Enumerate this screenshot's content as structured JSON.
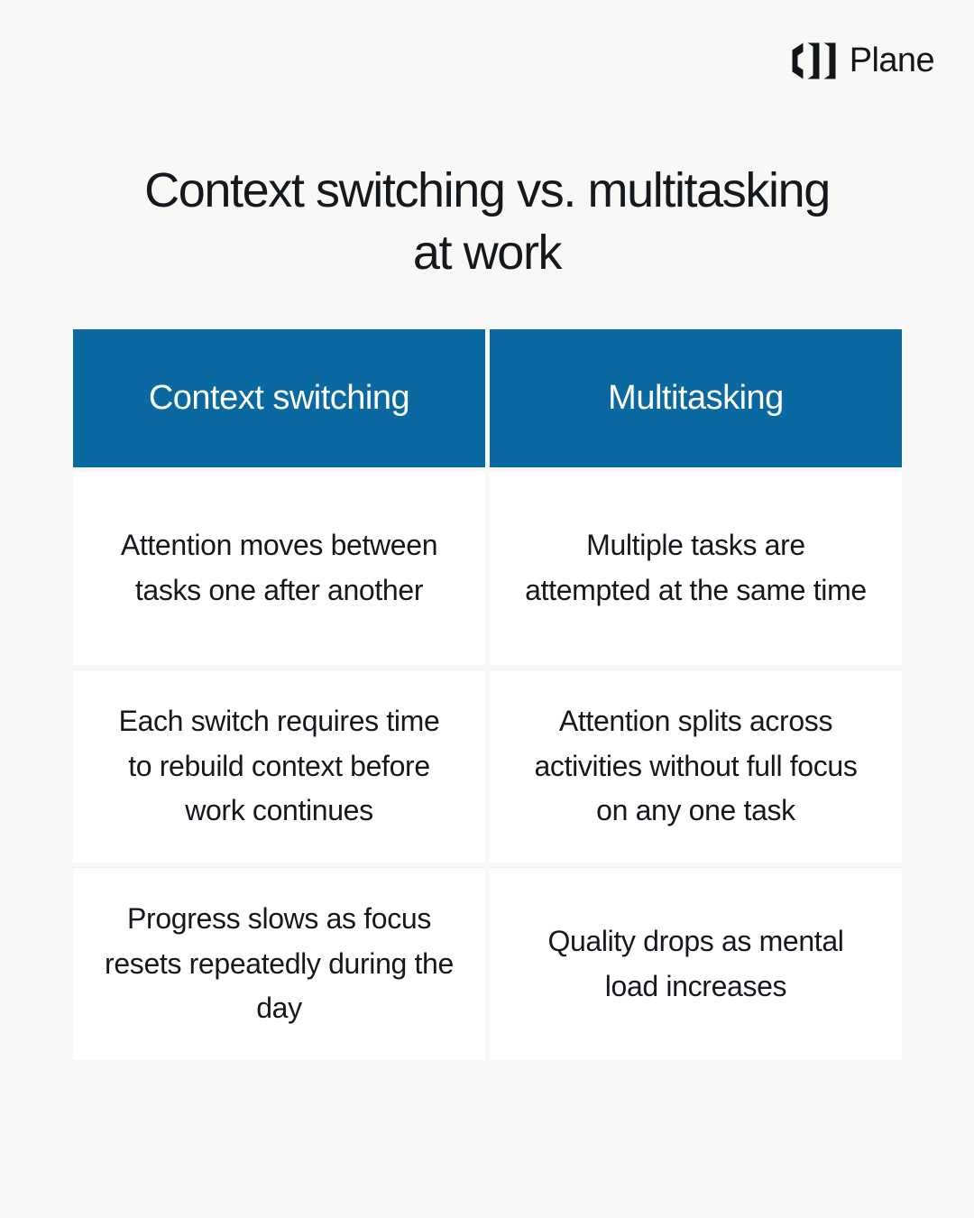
{
  "brand": {
    "name": "Plane",
    "logo_icon": "plane-logo-icon"
  },
  "title": "Context switching vs. multitasking at work",
  "colors": {
    "page_background": "#f8f8f7",
    "header_blue": "#0a69a0",
    "cell_background": "#ffffff",
    "text_dark": "#15191d",
    "text_on_blue": "#ffffff",
    "row_divider": "#f0f0ef"
  },
  "table": {
    "headers": [
      "Context switching",
      "Multitasking"
    ],
    "rows": [
      {
        "context_switching": "Attention moves between tasks one after another",
        "multitasking": "Multiple tasks are attempted at the same time"
      },
      {
        "context_switching": "Each switch requires time to rebuild context before work continues",
        "multitasking": "Attention splits across activities without full focus on any one task"
      },
      {
        "context_switching": "Progress slows as focus resets repeatedly during the day",
        "multitasking": "Quality drops as mental load increases"
      }
    ]
  }
}
